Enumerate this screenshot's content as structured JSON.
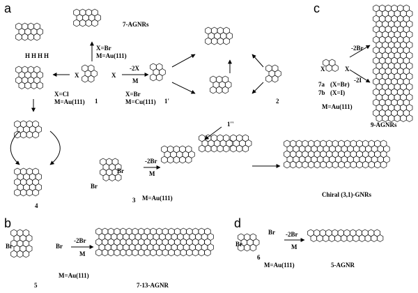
{
  "panels": {
    "a": "a",
    "b": "b",
    "c": "c",
    "d": "d"
  },
  "compounds": {
    "c1": "1",
    "c1p": "1'",
    "c2": "2",
    "c1pp": "1''",
    "c3": "3",
    "c4": "4",
    "c5": "5",
    "c6": "6",
    "c7a": "7a",
    "c7b": "7b"
  },
  "conditions": {
    "x_br_au": "X=Br",
    "m_au111": "M=Au(111)",
    "x_cl": "X=Cl",
    "m_au111_b": "M=Au(111)",
    "minus2x": "-2X",
    "m": "M",
    "x_br_cu": "X=Br",
    "m_cu111": "M=Cu(111)",
    "minus2br_3": "-2Br",
    "m_3": "M",
    "m_au111_3": "M=Au(111)",
    "minus2br_c": "-2Br",
    "minus2i_c": "-2I",
    "x_eq_br": "(X=Br)",
    "x_eq_i": "(X=I)",
    "m_au111_c": "M=Au(111)",
    "minus2br_b": "-2Br",
    "m_b": "M",
    "m_au111_bp": "M=Au(111)",
    "minus2br_d": "-2Br",
    "m_d": "M",
    "m_au111_d": "M=Au(111)"
  },
  "products": {
    "agnr7": "7-AGNRs",
    "agnr9": "9-AGNRs",
    "chiral": "Chiral (3,1)-GNRs",
    "agnr7_13": "7-13-AGNR",
    "agnr5": "5-AGNR"
  },
  "atoms": {
    "x": "X",
    "br": "Br",
    "h": "H"
  }
}
